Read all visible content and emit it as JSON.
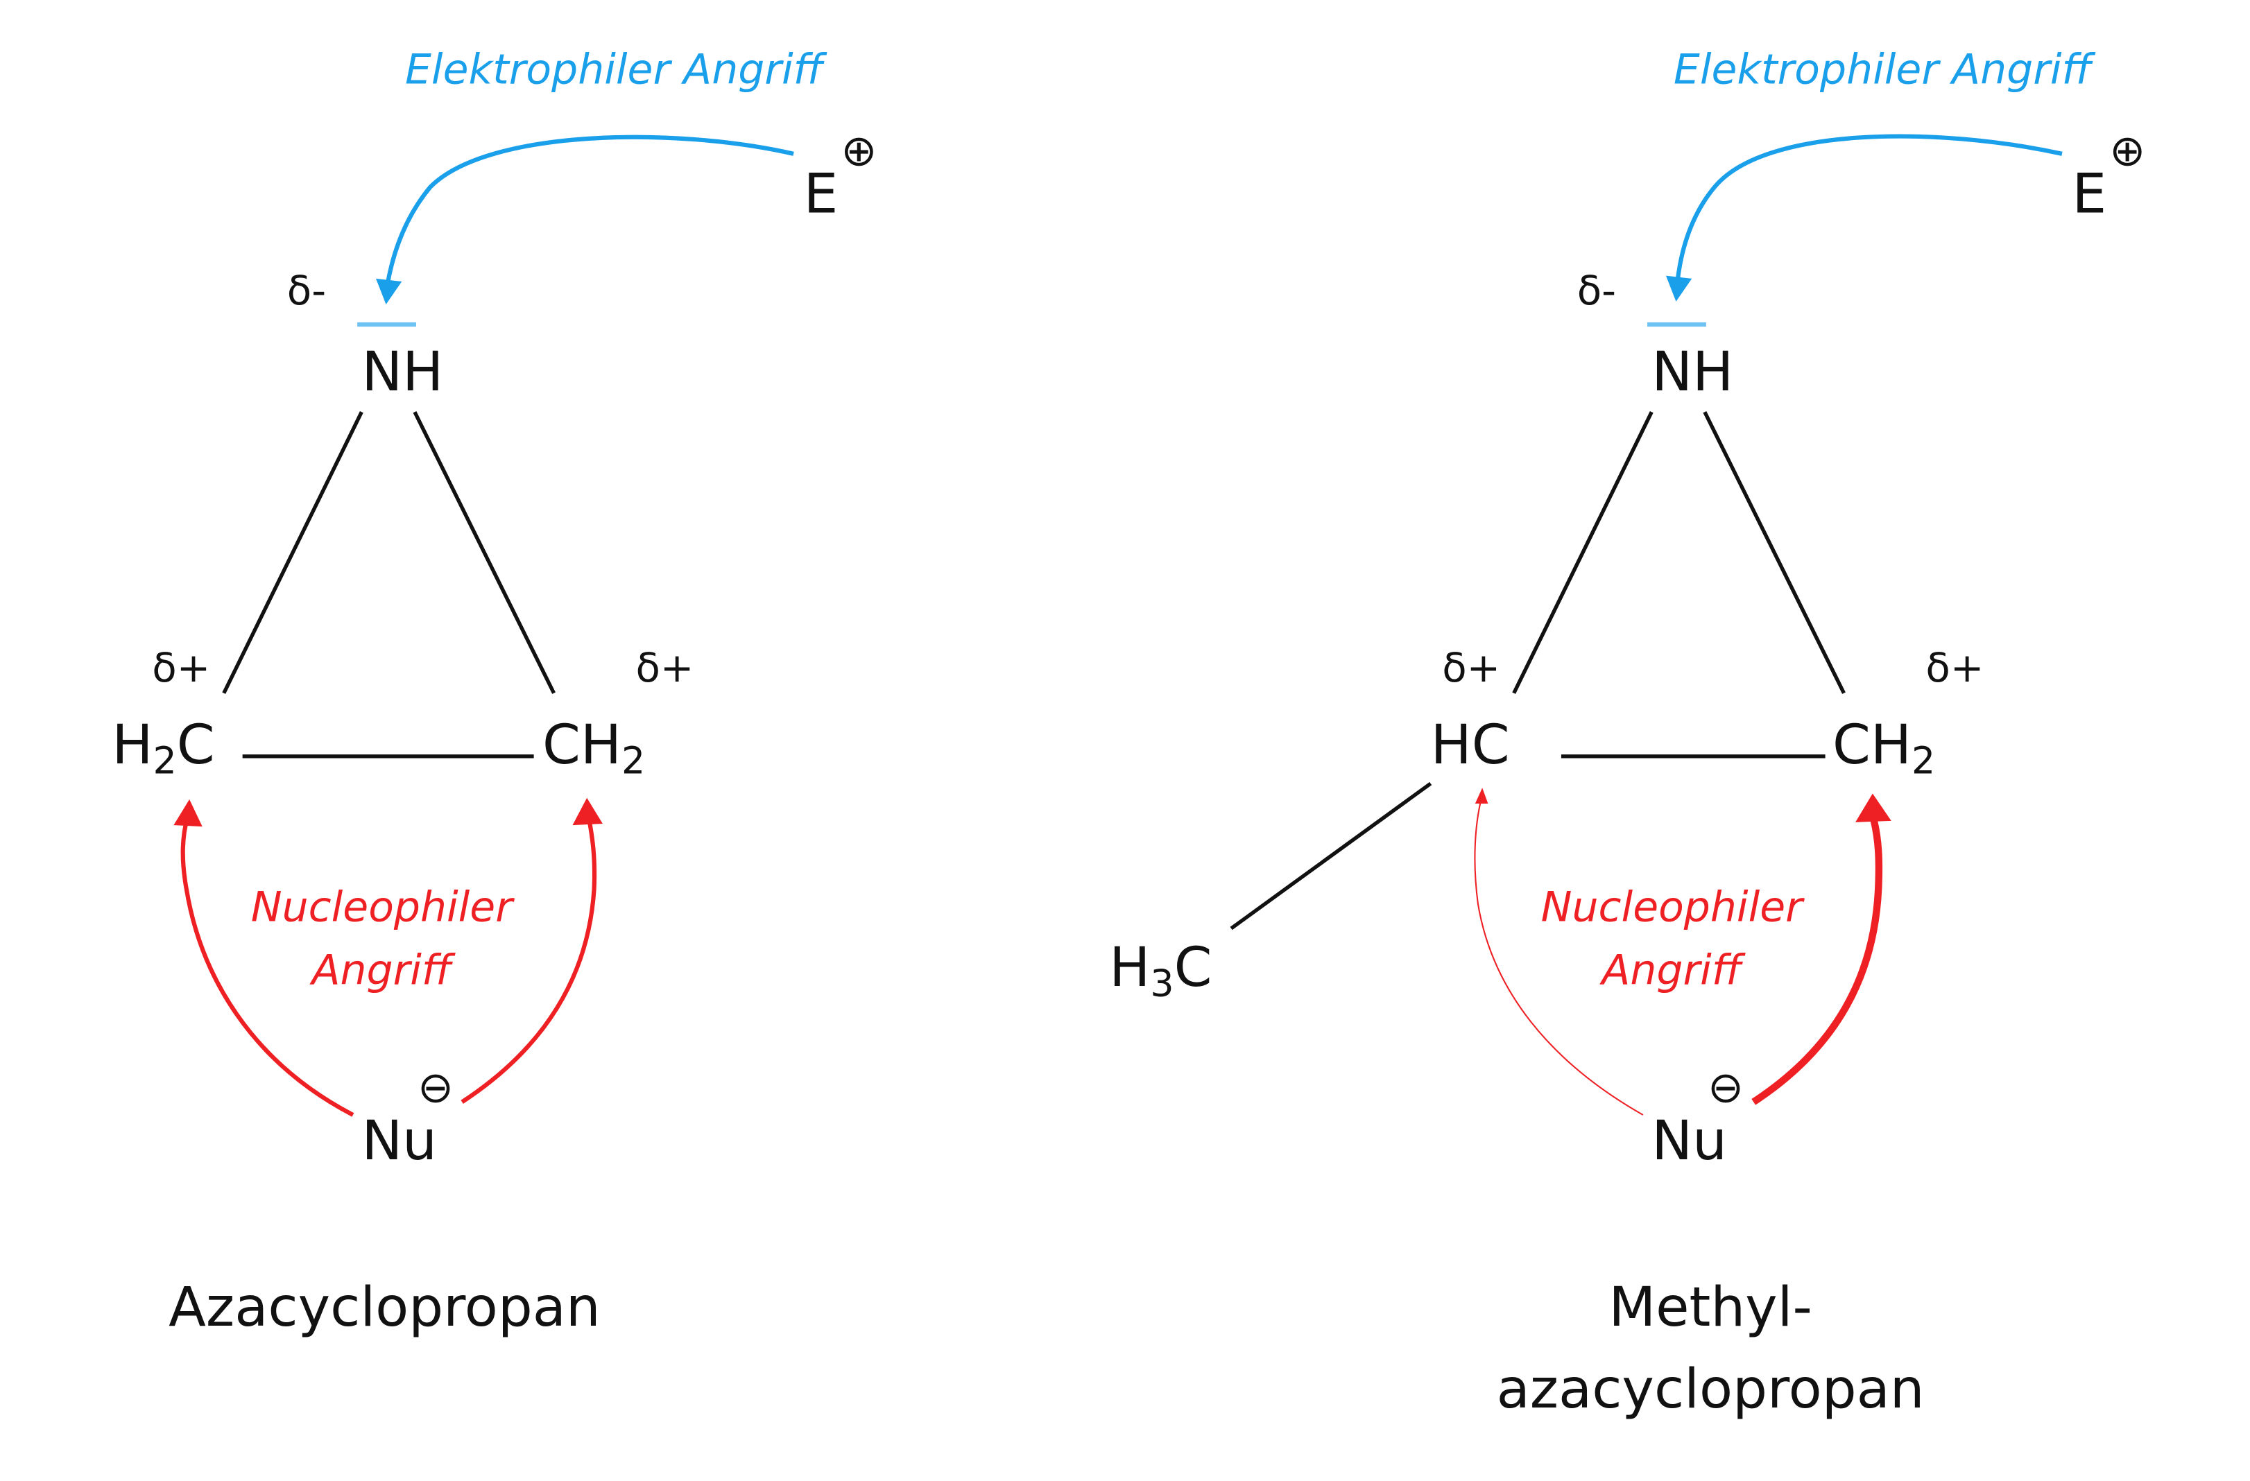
{
  "colors": {
    "electrophile_arrow": "#1a9fea",
    "nucleophile_arrow": "#ee2024",
    "bonds_and_atoms": "#111111",
    "background": "#ffffff"
  },
  "left_molecule": {
    "name": "Azacyclopropan",
    "electrophile_label": "Elektrophiler Angriff",
    "nucleophile_label_line1": "Nucleophiler",
    "nucleophile_label_line2": "Angriff",
    "electrophile": "E",
    "electrophile_charge": "⊕",
    "nitrogen": "NH",
    "nitrogen_partial": "δ-",
    "left_carbon_main": "H",
    "left_carbon_sub": "2",
    "left_carbon_tail": "C",
    "left_carbon_partial": "δ+",
    "right_carbon_main": "CH",
    "right_carbon_sub": "2",
    "right_carbon_partial": "δ+",
    "nucleophile": "Nu",
    "nucleophile_charge": "⊖"
  },
  "right_molecule": {
    "name_line1": "Methyl-",
    "name_line2": "azacyclopropan",
    "electrophile_label": "Elektrophiler Angriff",
    "nucleophile_label_line1": "Nucleophiler",
    "nucleophile_label_line2": "Angriff",
    "electrophile": "E",
    "electrophile_charge": "⊕",
    "nitrogen": "NH",
    "nitrogen_partial": "δ-",
    "left_carbon": "HC",
    "left_carbon_partial": "δ+",
    "right_carbon_main": "CH",
    "right_carbon_sub": "2",
    "right_carbon_partial": "δ+",
    "methyl_main": "H",
    "methyl_sub": "3",
    "methyl_tail": "C",
    "nucleophile": "Nu",
    "nucleophile_charge": "⊖"
  }
}
